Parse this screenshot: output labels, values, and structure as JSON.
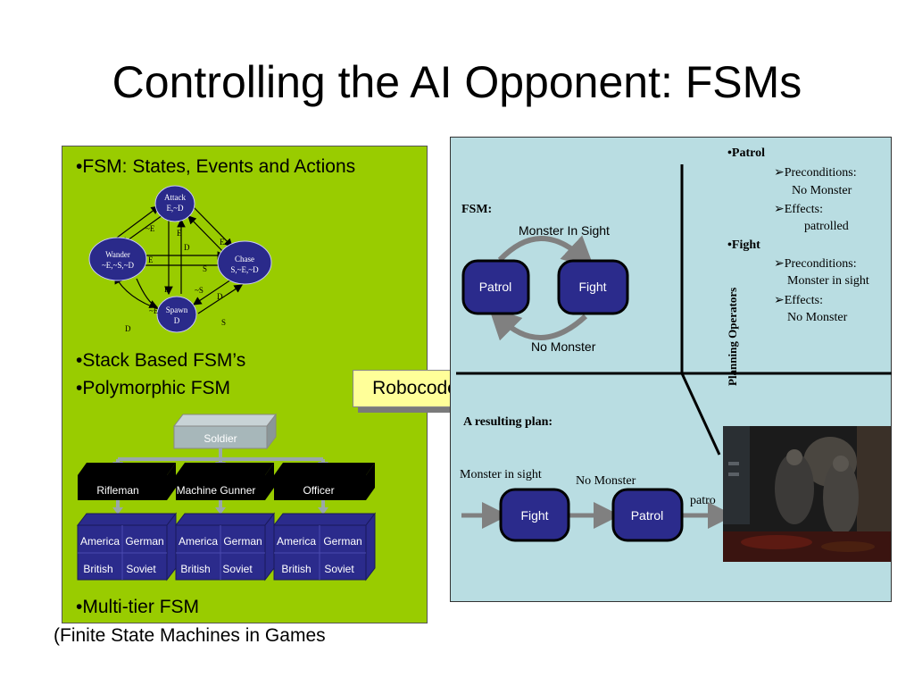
{
  "title": "Controlling the AI Opponent: FSMs",
  "left_panel": {
    "bullet1": "•FSM: States, Events and Actions",
    "bullet2": "•Stack Based FSM’s",
    "bullet3": "•Polymorphic FSM",
    "bullet4": "•Multi-tier FSM",
    "robocode": "Robocode",
    "fsm": {
      "attack": [
        "Attack",
        "E,~D"
      ],
      "wander": [
        "Wander",
        "~E,~S,~D"
      ],
      "chase": [
        "Chase",
        "S,~E,~D"
      ],
      "spawn": [
        "Spawn",
        "D"
      ],
      "edge_labels": [
        "~E",
        "E",
        "D",
        "E",
        "E",
        "S",
        "E",
        "~S",
        "D",
        "~E",
        "D",
        "S"
      ]
    },
    "hierarchy": {
      "root": "Soldier",
      "classes": [
        "Rifleman",
        "Machine Gunner",
        "Officer"
      ],
      "row_top": [
        "America",
        "German"
      ],
      "row_bottom": [
        "British",
        "Soviet"
      ]
    }
  },
  "right_panel": {
    "fsm_label": "FSM:",
    "monster_in_sight": "Monster In Sight",
    "no_monster": "No Monster",
    "patrol": "Patrol",
    "fight": "Fight",
    "operators": {
      "patrol_title": "•Patrol",
      "fight_title": "•Fight",
      "preconditions": "➢Preconditions:",
      "effects": "➢Effects:",
      "patrol_pre": "No Monster",
      "patrol_eff": "patrolled",
      "fight_pre": "Monster in sight",
      "fight_eff": "No Monster"
    },
    "planning_label": "Planning Operators",
    "plan_title": "A resulting plan:",
    "plan_monster": "Monster in sight",
    "plan_no_monster": "No Monster",
    "plan_fight": "Fight",
    "plan_patrol": "Patrol",
    "plan_patrolled": "patro"
  },
  "footer": "(Finite State Machines in Games"
}
